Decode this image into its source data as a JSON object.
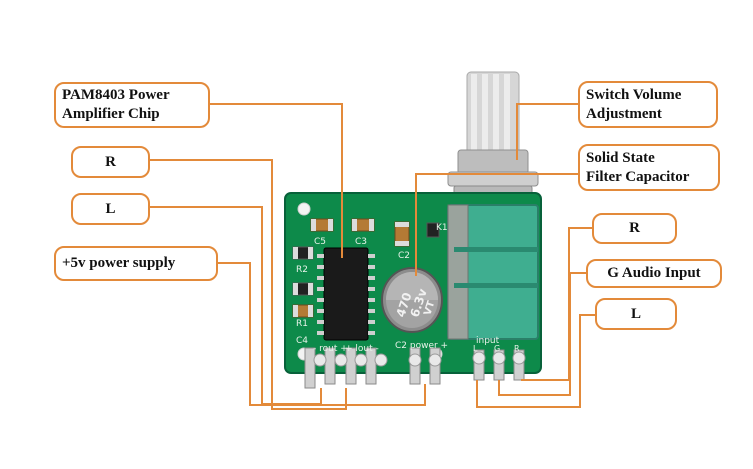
{
  "callouts": {
    "pam8403": {
      "line1": "PAM8403 Power",
      "line2": "Amplifier Chip"
    },
    "out_r": {
      "label": "R"
    },
    "out_l": {
      "label": "L"
    },
    "power": {
      "label": "+5v power supply"
    },
    "volume": {
      "line1": "Switch Volume",
      "line2": "Adjustment"
    },
    "capacitor": {
      "line1": "Solid State",
      "line2": "Filter Capacitor"
    },
    "in_r": {
      "label": "R"
    },
    "audio_in": {
      "label": "G Audio Input"
    },
    "in_l": {
      "label": "L"
    }
  },
  "board": {
    "labels": {
      "c5": "C5",
      "c3": "C3",
      "c2": "C2",
      "r2": "R2",
      "r1": "R1",
      "c4": "C4",
      "k1": "K1",
      "lout": "- rout +",
      "rout": "+ lout -",
      "power": "C2  power +",
      "input": "input",
      "pin_l": "L",
      "pin_g": "G",
      "pin_r": "R"
    },
    "capacitor_text": {
      "value": "470",
      "voltage": "6.3v",
      "series": "VT"
    }
  },
  "colors": {
    "callout_border": "#e38a3a",
    "wire": "#e38a3a",
    "pcb": "#0d8a4a",
    "potentiometer": "#3fae90",
    "shaft": "#d8d8d8"
  }
}
